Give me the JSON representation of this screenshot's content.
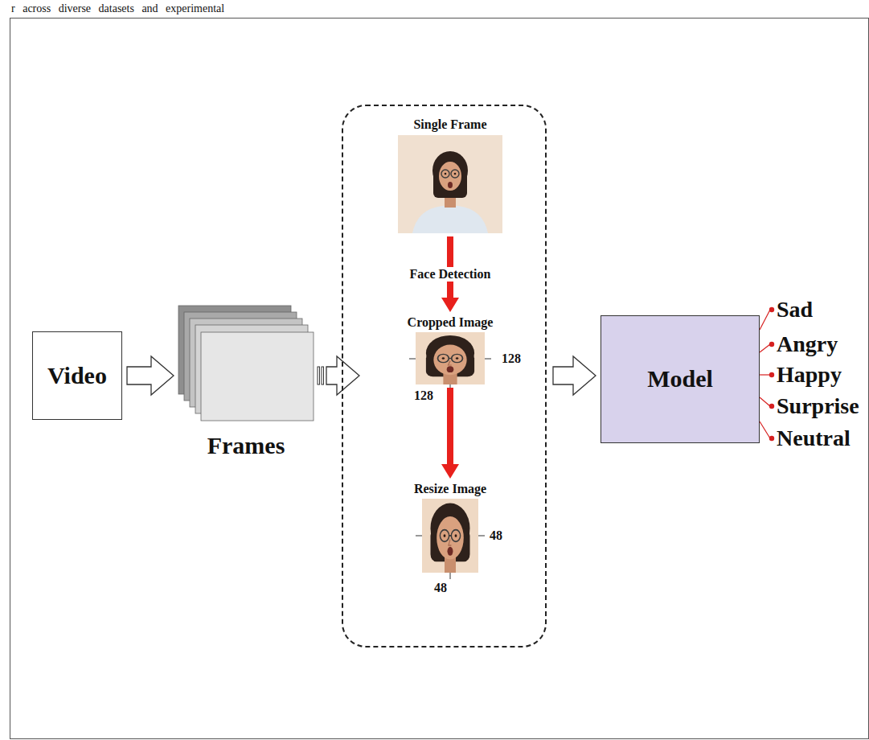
{
  "diagram": {
    "nodes": [
      {
        "text": [
          "Video"
        ]
      },
      {
        "text": [
          "Frames"
        ]
      },
      {
        "text": []
      },
      {
        "text": [
          "Single Frame"
        ],
        "in": 2
      },
      {
        "text": [
          "Cropped Image"
        ],
        "in": 2
      },
      {
        "text": [
          "Resize Image"
        ],
        "in": 2
      },
      {
        "text": [
          "Model"
        ]
      }
    ],
    "edges": [
      {
        "from": 0,
        "to": 1,
        "arrow": "to"
      },
      {
        "from": 1,
        "to": 2,
        "arrow": "to"
      },
      {
        "from": 3,
        "to": 4,
        "label": "Face Detection",
        "arrow": "to"
      },
      {
        "from": 4,
        "to": 5,
        "arrow": "to"
      },
      {
        "from": 2,
        "to": 6,
        "arrow": "to"
      }
    ],
    "labels": [
      "r across diverse datasets and experimental",
      "128",
      "128",
      "48",
      "48",
      "Sad",
      "Angry",
      "Happy",
      "Surprise",
      "Neutral"
    ]
  }
}
